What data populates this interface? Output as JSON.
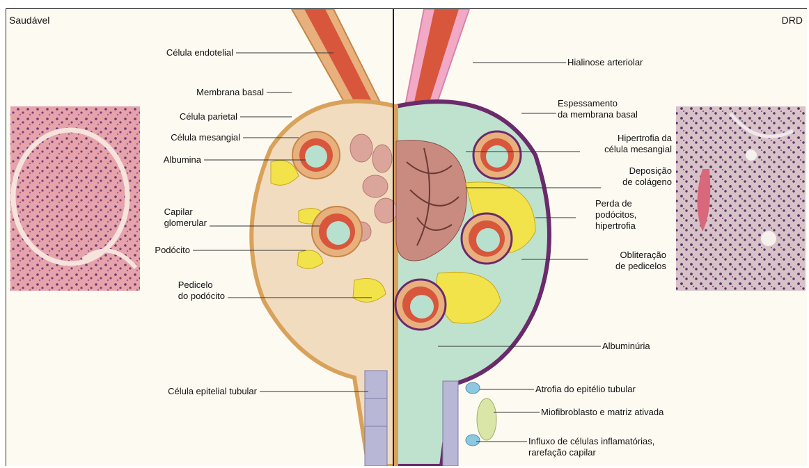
{
  "header": {
    "left_title": "Saudável",
    "right_title": "DRD"
  },
  "left_labels": [
    "Célula endotelial",
    "Membrana basal",
    "Célula parietal",
    "Célula mesangial",
    "Albumina",
    "Capilar\nglomerular",
    "Podócito",
    "Pedicelo\ndo podócito",
    "Célula epitelial tubular"
  ],
  "right_labels": [
    "Hialinose arteriolar",
    "Espessamento\nda membrana basal",
    "Hipertrofia da\ncélula mesangial",
    "Deposição\nde colágeno",
    "Perda de\npodócitos,\nhipertrofia",
    "Obliteração\nde pedicelos",
    "Albuminúria",
    "Atrofia do epitélio tubular",
    "Miofibroblasto e matriz ativada",
    "Influxo de células inflamatórias,\nrarefação capilar"
  ],
  "colors": {
    "background": "#fdfaf2",
    "healthy_capsule": "#f2dcc0",
    "basement_membrane": "#d9a25a",
    "diseased_membrane": "#6b2a6b",
    "podocyte": "#f3e34a",
    "mesangial": "#d9968a",
    "capillary_lumen": "#b8e0cf",
    "endothelium": "#c8492f",
    "histology_stain": "#d98b97"
  }
}
